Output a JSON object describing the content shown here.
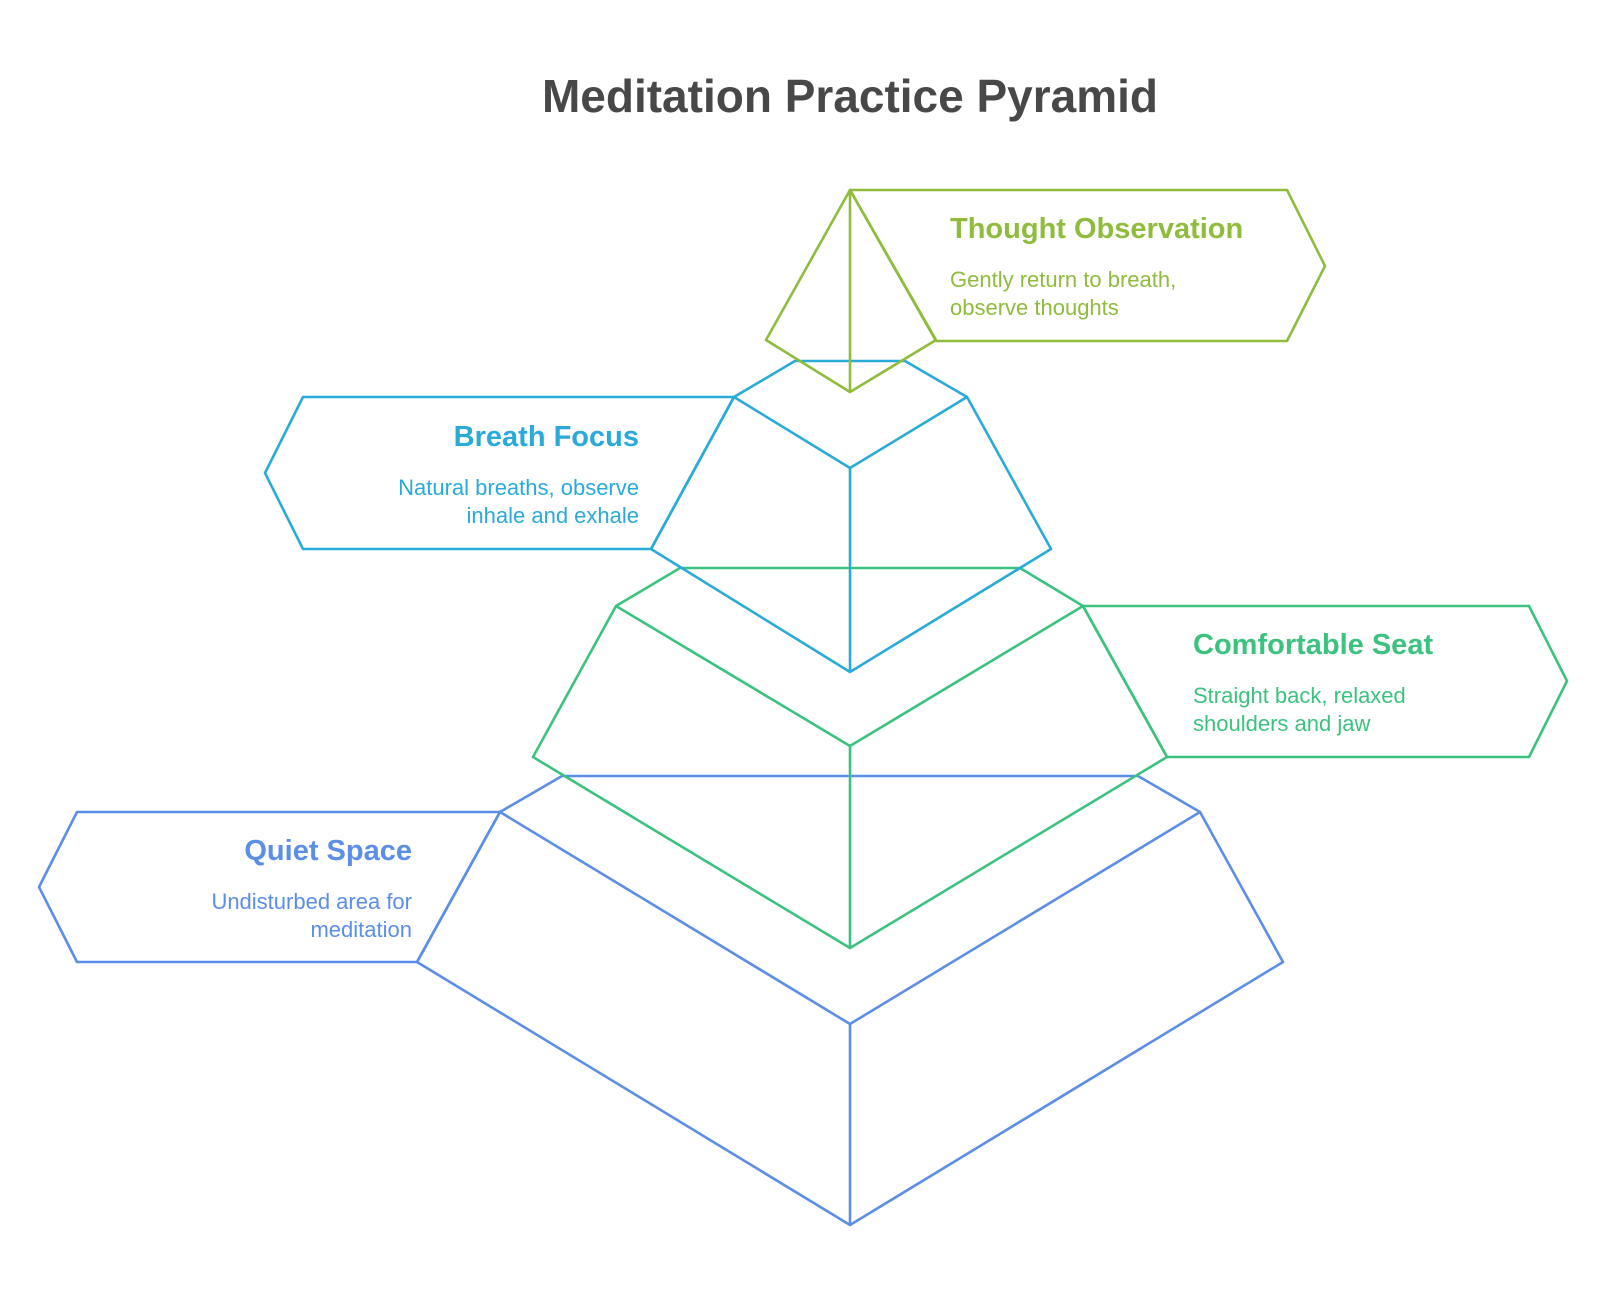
{
  "diagram": {
    "title": "Meditation Practice Pyramid",
    "levels": [
      {
        "title": "Thought Observation",
        "desc_line1": "Gently return to breath,",
        "desc_line2": "observe thoughts",
        "color": "#8fbc3c"
      },
      {
        "title": "Breath Focus",
        "desc_line1": "Natural breaths, observe",
        "desc_line2": "inhale and exhale",
        "color": "#2aaad9"
      },
      {
        "title": "Comfortable Seat",
        "desc_line1": "Straight back, relaxed",
        "desc_line2": "shoulders and jaw",
        "color": "#3cc27f"
      },
      {
        "title": "Quiet Space",
        "desc_line1": "Undisturbed area for",
        "desc_line2": "meditation",
        "color": "#5b8ee6"
      }
    ]
  }
}
